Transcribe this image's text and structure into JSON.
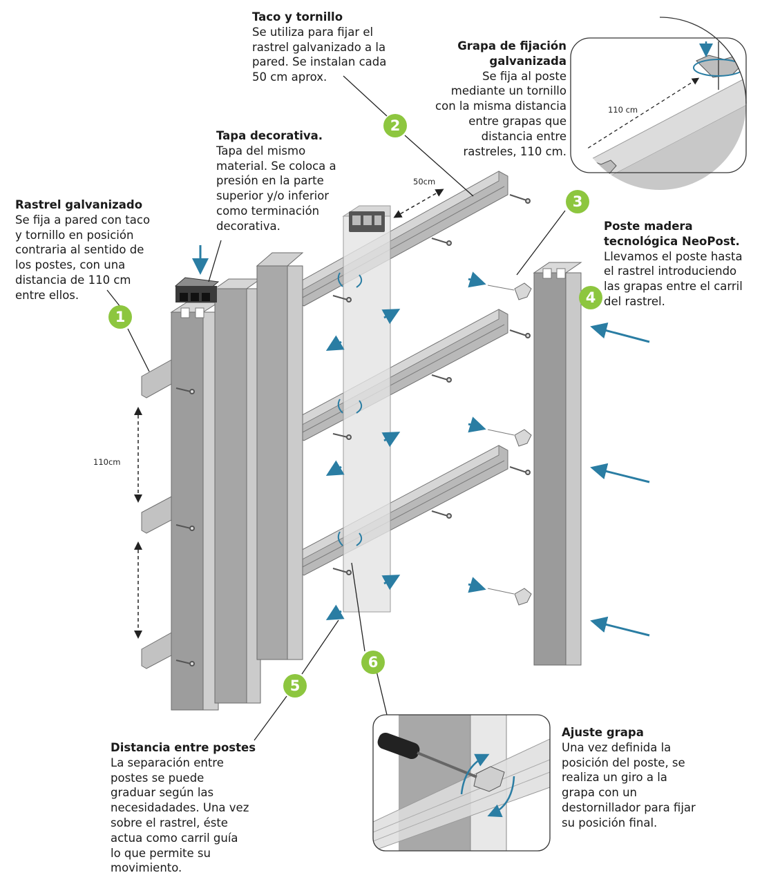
{
  "colors": {
    "accent_green": "#8dc63f",
    "arrow_blue": "#2a7da3",
    "post_gray": "#9b9b9b",
    "post_light": "#c9c9c9",
    "rail_gray": "#b4b4b4"
  },
  "badges": [
    "1",
    "2",
    "3",
    "4",
    "5",
    "6"
  ],
  "dimensions": {
    "rail_spacing": "50cm",
    "post_gap": "110cm",
    "clip_spacing": "110 cm"
  },
  "callouts": {
    "rastrel": {
      "title": "Rastrel galvanizado",
      "body": [
        "Se fija a pared con taco",
        "y tornillo en posición",
        "contraria al sentido de",
        "los postes, con una",
        "distancia de 110 cm",
        "entre ellos."
      ]
    },
    "tapa": {
      "title": "Tapa decorativa.",
      "body": [
        "Tapa del mismo",
        "material. Se coloca a",
        "presión en la parte",
        "superior y/o inferior",
        "como terminación",
        "decorativa."
      ]
    },
    "taco": {
      "title": "Taco y tornillo",
      "body": [
        "Se utiliza para fijar el",
        "rastrel galvanizado a la",
        "pared. Se instalan cada",
        "50 cm aprox."
      ]
    },
    "grapa": {
      "title": [
        "Grapa de fijación",
        "galvanizada"
      ],
      "body": [
        "Se fija al poste",
        "mediante un tornillo",
        "con la misma distancia",
        "entre grapas que",
        "distancia entre",
        "rastreles, 110 cm."
      ]
    },
    "poste": {
      "title": [
        "Poste madera",
        "tecnológica NeoPost."
      ],
      "body": [
        "Llevamos el poste hasta",
        "el rastrel introduciendo",
        "las grapas entre el carril",
        "del rastrel."
      ]
    },
    "distancia": {
      "title": "Distancia entre postes",
      "body": [
        "La separación entre",
        "postes se puede",
        "graduar según las",
        "necesidadades. Una vez",
        "sobre el rastrel, éste",
        "actua como carril guía",
        "lo que permite su",
        "movimiento."
      ]
    },
    "ajuste": {
      "title": "Ajuste grapa",
      "body": [
        "Una vez definida la",
        "posición del poste, se",
        "realiza un giro a la",
        "grapa con un",
        "destornillador para fijar",
        "su posición final."
      ]
    }
  }
}
